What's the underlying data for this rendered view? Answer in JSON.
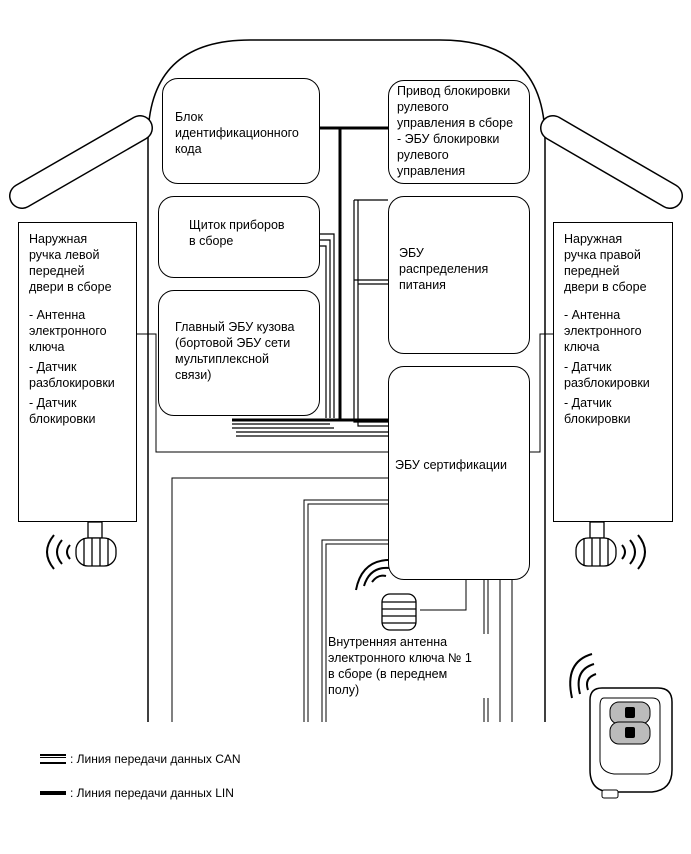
{
  "boxes": {
    "id_code": "Блок\nидентификационного\nкода",
    "steering": "Привод блокировки\nрулевого\nуправления в сборе\n- ЭБУ блокировки\n  рулевого\n  управления",
    "cluster": "Щиток приборов\nв сборе",
    "power": "ЭБУ\nраспределения\nпитания",
    "body_ecu": "Главный ЭБУ кузова\n(бортовой ЭБУ сети\nмультиплексной\nсвязи)",
    "cert_ecu": "ЭБУ сертификации"
  },
  "left_door": {
    "title": "Наружная\nручка левой\nпередней\nдвери в сборе",
    "items": [
      "- Антенна\n  электронного\n  ключа",
      "- Датчик\n  разблокировки",
      "- Датчик\n  блокировки"
    ]
  },
  "right_door": {
    "title": "Наружная\nручка правой\nпередней\nдвери в сборе",
    "items": [
      "- Антенна\n  электронного\n  ключа",
      "- Датчик\n  разблокировки",
      "- Датчик\n  блокировки"
    ]
  },
  "antenna_label": "Внутренняя антенна\nэлектронного ключа № 1\nв сборе (в переднем\nполу)",
  "legend": {
    "can": ": Линия передачи данных CAN",
    "lin": ": Линия передачи данных LIN"
  },
  "icons": [
    "antenna-coil-icon",
    "radio-wave-icon",
    "smart-key-icon",
    "lock-icon",
    "unlock-icon"
  ]
}
